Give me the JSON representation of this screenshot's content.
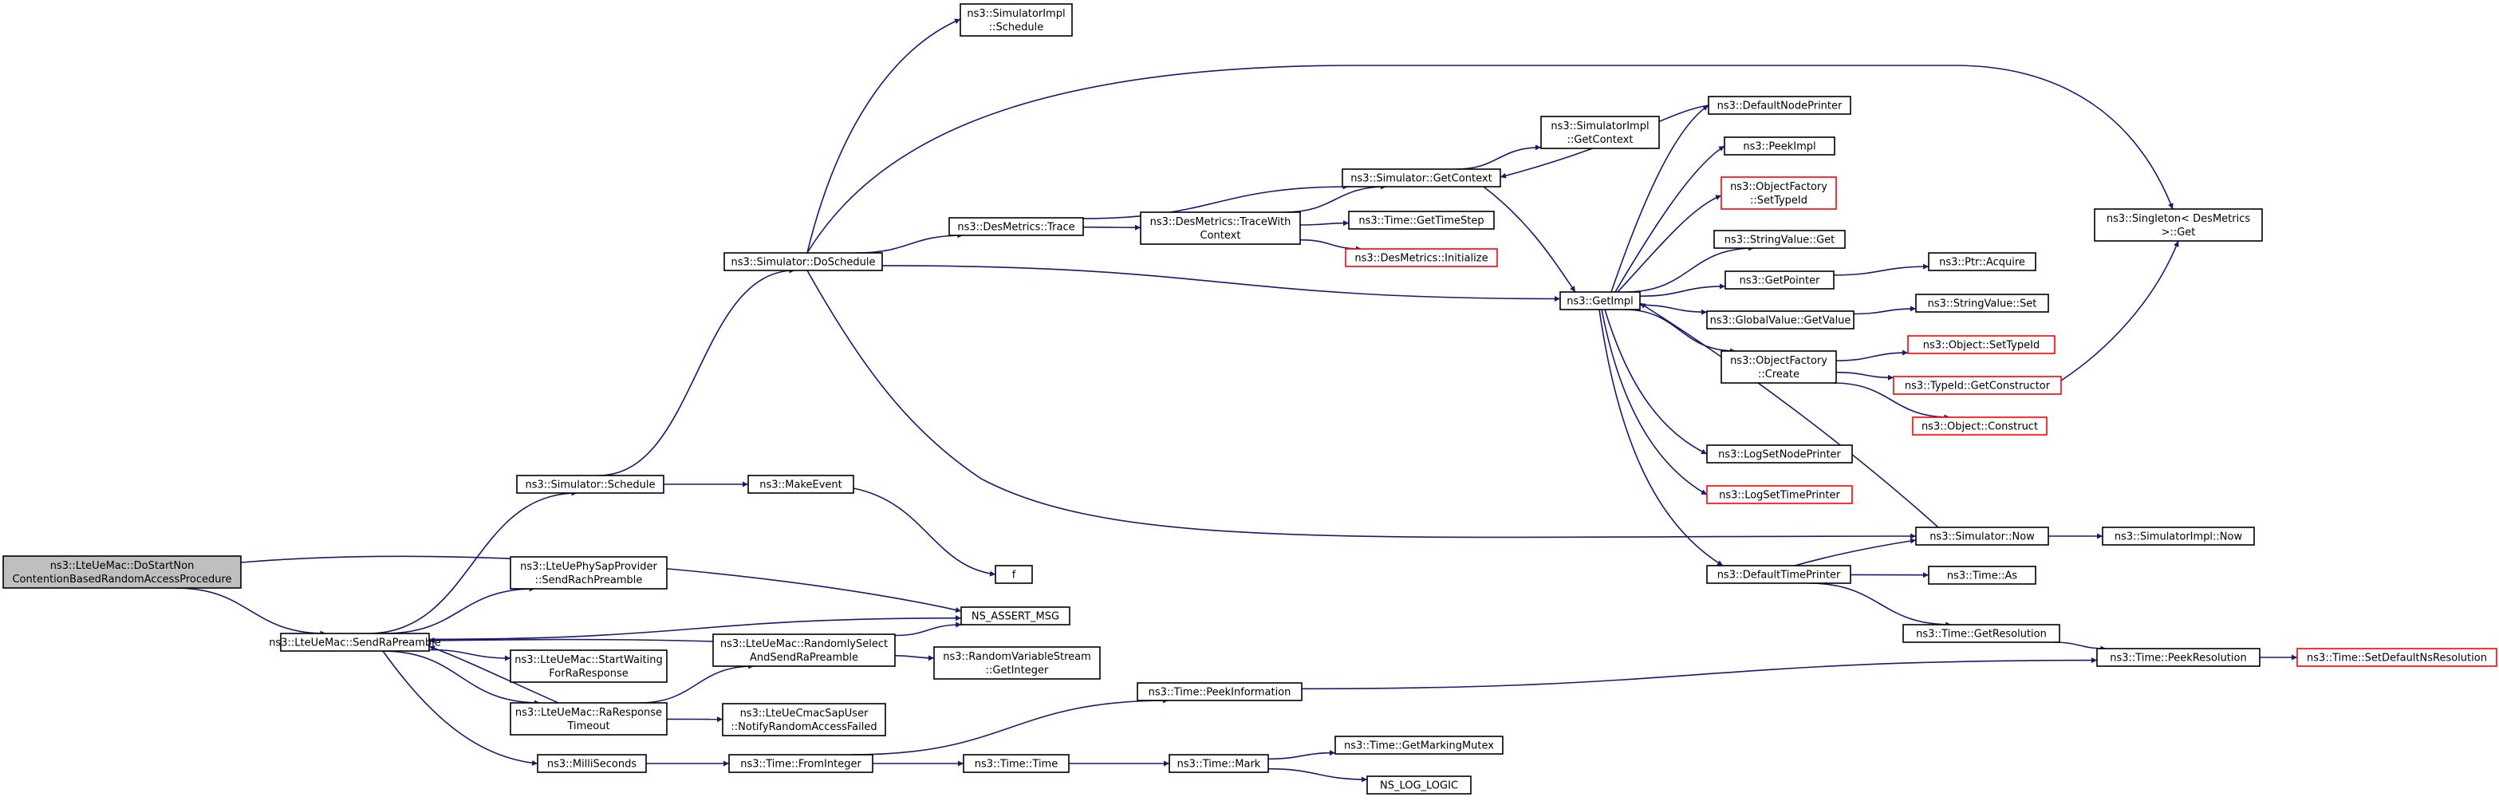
{
  "colors": {
    "edge": "#191970",
    "node_border": "#000000",
    "node_border_incomplete": "#ff0000",
    "root_fill": "#bfbfbf",
    "node_fill": "#ffffff",
    "text": "#000000"
  },
  "nodes": [
    {
      "id": "root",
      "lines": [
        "ns3::LteUeMac::DoStartNon",
        "ContentionBasedRandomAccessProcedure"
      ],
      "kind": "root"
    },
    {
      "id": "sendRaPreamble",
      "lines": [
        "ns3::LteUeMac::SendRaPreamble"
      ],
      "kind": "normal"
    },
    {
      "id": "simSchedule",
      "lines": [
        "ns3::Simulator::Schedule"
      ],
      "kind": "normal"
    },
    {
      "id": "sendRach",
      "lines": [
        "ns3::LteUePhySapProvider",
        "::SendRachPreamble"
      ],
      "kind": "normal"
    },
    {
      "id": "nsAssert",
      "lines": [
        "NS_ASSERT_MSG"
      ],
      "kind": "normal"
    },
    {
      "id": "startWaiting",
      "lines": [
        "ns3::LteUeMac::StartWaiting",
        "ForRaResponse"
      ],
      "kind": "normal"
    },
    {
      "id": "raResponseTimeout",
      "lines": [
        "ns3::LteUeMac::RaResponse",
        "Timeout"
      ],
      "kind": "normal"
    },
    {
      "id": "milliSeconds",
      "lines": [
        "ns3::MilliSeconds"
      ],
      "kind": "normal"
    },
    {
      "id": "randomlySelect",
      "lines": [
        "ns3::LteUeMac::RandomlySelect",
        "AndSendRaPreamble"
      ],
      "kind": "normal"
    },
    {
      "id": "rvsGetInteger",
      "lines": [
        "ns3::RandomVariableStream",
        "::GetInteger"
      ],
      "kind": "normal"
    },
    {
      "id": "notifyRaFailed",
      "lines": [
        "ns3::LteUeCmacSapUser",
        "::NotifyRandomAccessFailed"
      ],
      "kind": "normal"
    },
    {
      "id": "makeEvent",
      "lines": [
        "ns3::MakeEvent"
      ],
      "kind": "normal"
    },
    {
      "id": "f",
      "lines": [
        "f"
      ],
      "kind": "normal"
    },
    {
      "id": "doSchedule",
      "lines": [
        "ns3::Simulator::DoSchedule"
      ],
      "kind": "normal"
    },
    {
      "id": "simImplSchedule",
      "lines": [
        "ns3::SimulatorImpl",
        "::Schedule"
      ],
      "kind": "normal"
    },
    {
      "id": "desTrace",
      "lines": [
        "ns3::DesMetrics::Trace"
      ],
      "kind": "normal"
    },
    {
      "id": "desTraceWith",
      "lines": [
        "ns3::DesMetrics::TraceWith",
        "Context"
      ],
      "kind": "normal"
    },
    {
      "id": "simGetContext",
      "lines": [
        "ns3::Simulator::GetContext"
      ],
      "kind": "normal"
    },
    {
      "id": "simImplGetContext",
      "lines": [
        "ns3::SimulatorImpl",
        "::GetContext"
      ],
      "kind": "normal"
    },
    {
      "id": "timeGetTimeStep",
      "lines": [
        "ns3::Time::GetTimeStep"
      ],
      "kind": "normal"
    },
    {
      "id": "desInitialize",
      "lines": [
        "ns3::DesMetrics::Initialize"
      ],
      "kind": "incomplete"
    },
    {
      "id": "getImpl",
      "lines": [
        "ns3::GetImpl"
      ],
      "kind": "normal"
    },
    {
      "id": "defaultNodePrinter",
      "lines": [
        "ns3::DefaultNodePrinter"
      ],
      "kind": "normal"
    },
    {
      "id": "peekImpl",
      "lines": [
        "ns3::PeekImpl"
      ],
      "kind": "normal"
    },
    {
      "id": "ofSetTypeId",
      "lines": [
        "ns3::ObjectFactory",
        "::SetTypeId"
      ],
      "kind": "incomplete"
    },
    {
      "id": "stringValueGet",
      "lines": [
        "ns3::StringValue::Get"
      ],
      "kind": "normal"
    },
    {
      "id": "getPointer",
      "lines": [
        "ns3::GetPointer"
      ],
      "kind": "normal"
    },
    {
      "id": "ptrAcquire",
      "lines": [
        "ns3::Ptr::Acquire"
      ],
      "kind": "normal"
    },
    {
      "id": "gvGetValue",
      "lines": [
        "ns3::GlobalValue::GetValue"
      ],
      "kind": "normal"
    },
    {
      "id": "stringValueSet",
      "lines": [
        "ns3::StringValue::Set"
      ],
      "kind": "normal"
    },
    {
      "id": "ofCreate",
      "lines": [
        "ns3::ObjectFactory",
        "::Create"
      ],
      "kind": "normal"
    },
    {
      "id": "objSetTypeId",
      "lines": [
        "ns3::Object::SetTypeId"
      ],
      "kind": "incomplete"
    },
    {
      "id": "typeIdGetCtor",
      "lines": [
        "ns3::TypeId::GetConstructor"
      ],
      "kind": "incomplete"
    },
    {
      "id": "objConstruct",
      "lines": [
        "ns3::Object::Construct"
      ],
      "kind": "incomplete"
    },
    {
      "id": "singletonGet",
      "lines": [
        "ns3::Singleton< DesMetrics",
        ">::Get"
      ],
      "kind": "normal"
    },
    {
      "id": "logSetNodePrinter",
      "lines": [
        "ns3::LogSetNodePrinter"
      ],
      "kind": "normal"
    },
    {
      "id": "logSetTimePrinter",
      "lines": [
        "ns3::LogSetTimePrinter"
      ],
      "kind": "incomplete"
    },
    {
      "id": "defaultTimePrinter",
      "lines": [
        "ns3::DefaultTimePrinter"
      ],
      "kind": "normal"
    },
    {
      "id": "simNow",
      "lines": [
        "ns3::Simulator::Now"
      ],
      "kind": "normal"
    },
    {
      "id": "simImplNow",
      "lines": [
        "ns3::SimulatorImpl::Now"
      ],
      "kind": "normal"
    },
    {
      "id": "timeAs",
      "lines": [
        "ns3::Time::As"
      ],
      "kind": "normal"
    },
    {
      "id": "timeGetResolution",
      "lines": [
        "ns3::Time::GetResolution"
      ],
      "kind": "normal"
    },
    {
      "id": "timePeekResolution",
      "lines": [
        "ns3::Time::PeekResolution"
      ],
      "kind": "normal"
    },
    {
      "id": "timeSetDefaultNsRes",
      "lines": [
        "ns3::Time::SetDefaultNsResolution"
      ],
      "kind": "incomplete"
    },
    {
      "id": "timePeekInformation",
      "lines": [
        "ns3::Time::PeekInformation"
      ],
      "kind": "normal"
    },
    {
      "id": "timeFromInteger",
      "lines": [
        "ns3::Time::FromInteger"
      ],
      "kind": "normal"
    },
    {
      "id": "timeTime",
      "lines": [
        "ns3::Time::Time"
      ],
      "kind": "normal"
    },
    {
      "id": "timeMark",
      "lines": [
        "ns3::Time::Mark"
      ],
      "kind": "normal"
    },
    {
      "id": "timeGetMarkingMutex",
      "lines": [
        "ns3::Time::GetMarkingMutex"
      ],
      "kind": "normal"
    },
    {
      "id": "nsLogLogic",
      "lines": [
        "NS_LOG_LOGIC"
      ],
      "kind": "normal"
    }
  ],
  "edges": [
    [
      "root",
      "sendRaPreamble"
    ],
    [
      "root",
      "nsAssert"
    ],
    [
      "sendRaPreamble",
      "simSchedule"
    ],
    [
      "sendRaPreamble",
      "sendRach"
    ],
    [
      "sendRaPreamble",
      "nsAssert"
    ],
    [
      "sendRaPreamble",
      "startWaiting"
    ],
    [
      "sendRaPreamble",
      "raResponseTimeout"
    ],
    [
      "sendRaPreamble",
      "milliSeconds"
    ],
    [
      "randomlySelect",
      "sendRaPreamble"
    ],
    [
      "raResponseTimeout",
      "sendRaPreamble"
    ],
    [
      "randomlySelect",
      "nsAssert"
    ],
    [
      "randomlySelect",
      "rvsGetInteger"
    ],
    [
      "raResponseTimeout",
      "randomlySelect"
    ],
    [
      "raResponseTimeout",
      "notifyRaFailed"
    ],
    [
      "simSchedule",
      "doSchedule"
    ],
    [
      "simSchedule",
      "makeEvent"
    ],
    [
      "makeEvent",
      "f"
    ],
    [
      "milliSeconds",
      "timeFromInteger"
    ],
    [
      "doSchedule",
      "simImplSchedule"
    ],
    [
      "doSchedule",
      "desTrace"
    ],
    [
      "doSchedule",
      "singletonGet"
    ],
    [
      "doSchedule",
      "getImpl"
    ],
    [
      "doSchedule",
      "simNow"
    ],
    [
      "desTrace",
      "desTraceWith"
    ],
    [
      "desTrace",
      "simGetContext"
    ],
    [
      "desTraceWith",
      "simGetContext"
    ],
    [
      "desTraceWith",
      "timeGetTimeStep"
    ],
    [
      "desTraceWith",
      "desInitialize"
    ],
    [
      "simGetContext",
      "simImplGetContext"
    ],
    [
      "simGetContext",
      "getImpl"
    ],
    [
      "defaultNodePrinter",
      "simGetContext"
    ],
    [
      "getImpl",
      "defaultNodePrinter"
    ],
    [
      "getImpl",
      "peekImpl"
    ],
    [
      "getImpl",
      "ofSetTypeId"
    ],
    [
      "getImpl",
      "stringValueGet"
    ],
    [
      "getImpl",
      "getPointer"
    ],
    [
      "getImpl",
      "gvGetValue"
    ],
    [
      "getImpl",
      "ofCreate"
    ],
    [
      "getImpl",
      "logSetNodePrinter"
    ],
    [
      "getImpl",
      "logSetTimePrinter"
    ],
    [
      "getImpl",
      "defaultTimePrinter"
    ],
    [
      "simNow",
      "getImpl"
    ],
    [
      "getPointer",
      "ptrAcquire"
    ],
    [
      "gvGetValue",
      "stringValueSet"
    ],
    [
      "ofCreate",
      "objSetTypeId"
    ],
    [
      "ofCreate",
      "typeIdGetCtor"
    ],
    [
      "ofCreate",
      "objConstruct"
    ],
    [
      "typeIdGetCtor",
      "singletonGet"
    ],
    [
      "defaultTimePrinter",
      "simNow"
    ],
    [
      "defaultTimePrinter",
      "timeAs"
    ],
    [
      "defaultTimePrinter",
      "timeGetResolution"
    ],
    [
      "simNow",
      "simImplNow"
    ],
    [
      "timeGetResolution",
      "timePeekResolution"
    ],
    [
      "timePeekResolution",
      "timeSetDefaultNsRes"
    ],
    [
      "timePeekInformation",
      "timePeekResolution"
    ],
    [
      "timeFromInteger",
      "timePeekInformation"
    ],
    [
      "timeFromInteger",
      "timeTime"
    ],
    [
      "timeTime",
      "timeMark"
    ],
    [
      "timeMark",
      "timeGetMarkingMutex"
    ],
    [
      "timeMark",
      "nsLogLogic"
    ]
  ]
}
